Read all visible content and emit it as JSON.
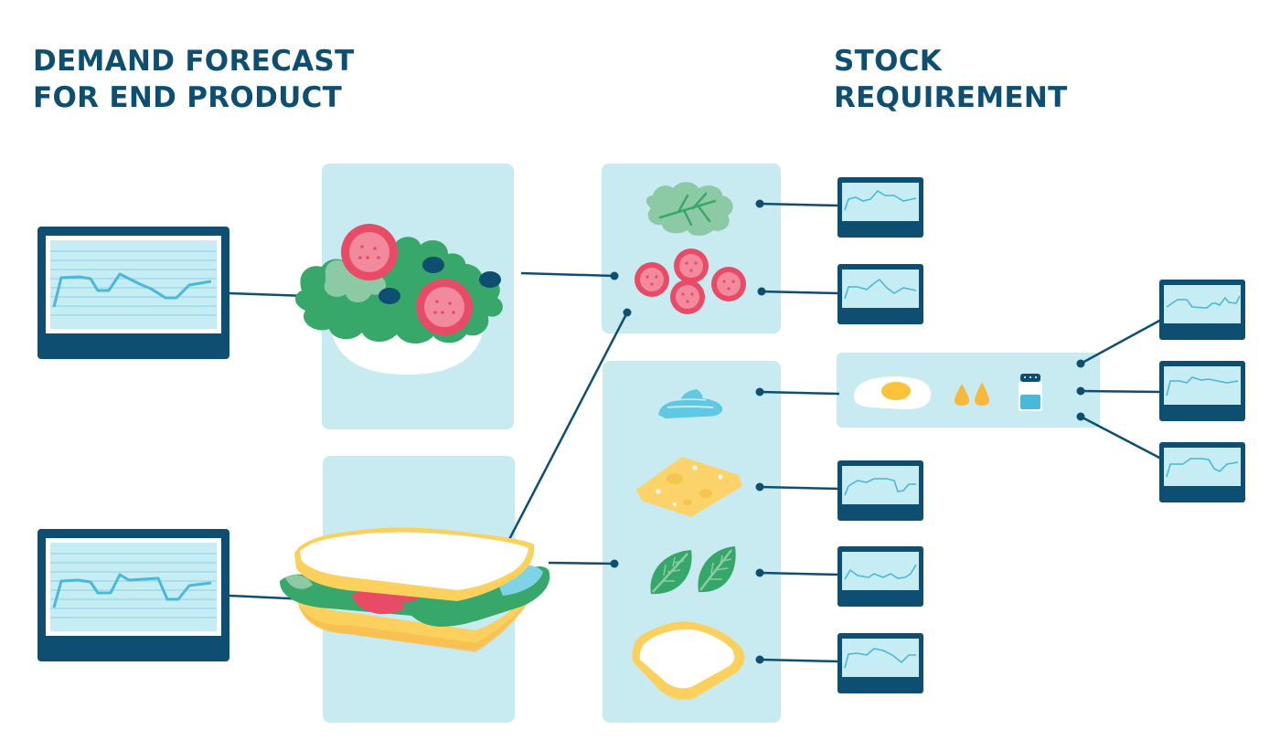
{
  "headings": {
    "left": {
      "line1": "DEMAND FORECAST",
      "line2": "FOR END PRODUCT"
    },
    "right": {
      "line1": "STOCK",
      "line2": "REQUIREMENT"
    }
  },
  "colors": {
    "navy": "#0e4f71",
    "panel": "#c8ebf1",
    "screen": "#c6ecf4",
    "grid_line": "#8fd0e3",
    "trend_line": "#4ab8d8",
    "lettuce": "#38a86a",
    "lettuce_light": "#8ccaa6",
    "tomato": "#e94a65",
    "tomato_inner": "#f18a9d",
    "bread": "#fbd05d",
    "cheese": "#fbd36a",
    "spinach": "#35a869",
    "olive": "#0e4f71"
  },
  "icons": {
    "end_products": [
      "salad-bowl-icon",
      "sandwich-icon"
    ],
    "ingredients": [
      "lettuce-leaf-icon",
      "tomato-slices-icon",
      "mayonnaise-icon",
      "cheese-slice-icon",
      "spinach-leaves-icon",
      "bread-slice-icon"
    ],
    "sub_ingredients": [
      "fried-egg-icon",
      "oil-drops-icon",
      "salt-shaker-icon"
    ],
    "forecast_screens": "monitor-chart-icon"
  }
}
